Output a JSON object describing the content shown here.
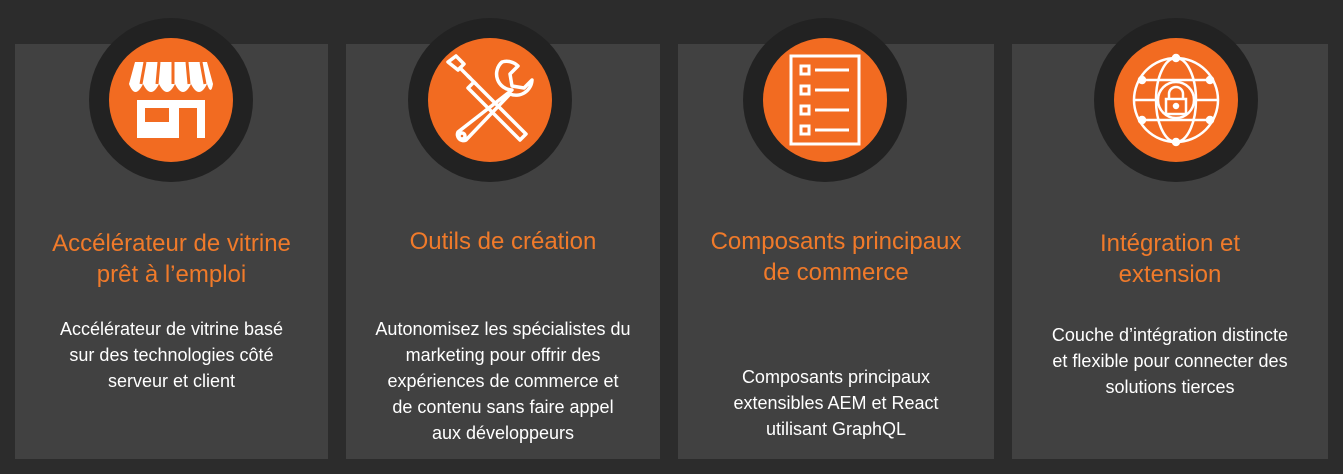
{
  "colors": {
    "accent": "#f26b21",
    "title": "#f07a2a",
    "card": "#414141",
    "background": "#2c2c2c"
  },
  "cards": [
    {
      "icon": "storefront-icon",
      "title_line1": "Accélérateur de vitrine",
      "title_line2": "prêt à l’emploi",
      "desc_lines": [
        "Accélérateur de vitrine basé",
        "sur des technologies côté",
        "serveur et client"
      ]
    },
    {
      "icon": "tools-icon",
      "title_line1": "Outils de création",
      "title_line2": "",
      "desc_lines": [
        "Autonomisez les spécialistes du",
        "marketing pour offrir des",
        "expériences de commerce et",
        "de contenu sans faire appel",
        "aux développeurs"
      ]
    },
    {
      "icon": "checklist-icon",
      "title_line1": "Composants principaux",
      "title_line2": "de commerce",
      "desc_lines": [
        "Composants principaux",
        "extensibles AEM et React",
        "utilisant GraphQL"
      ]
    },
    {
      "icon": "secure-globe-icon",
      "title_line1": "Intégration et",
      "title_line2": "extension",
      "desc_lines": [
        "Couche d’intégration distincte",
        "et flexible pour connecter des",
        "solutions tierces"
      ]
    }
  ]
}
